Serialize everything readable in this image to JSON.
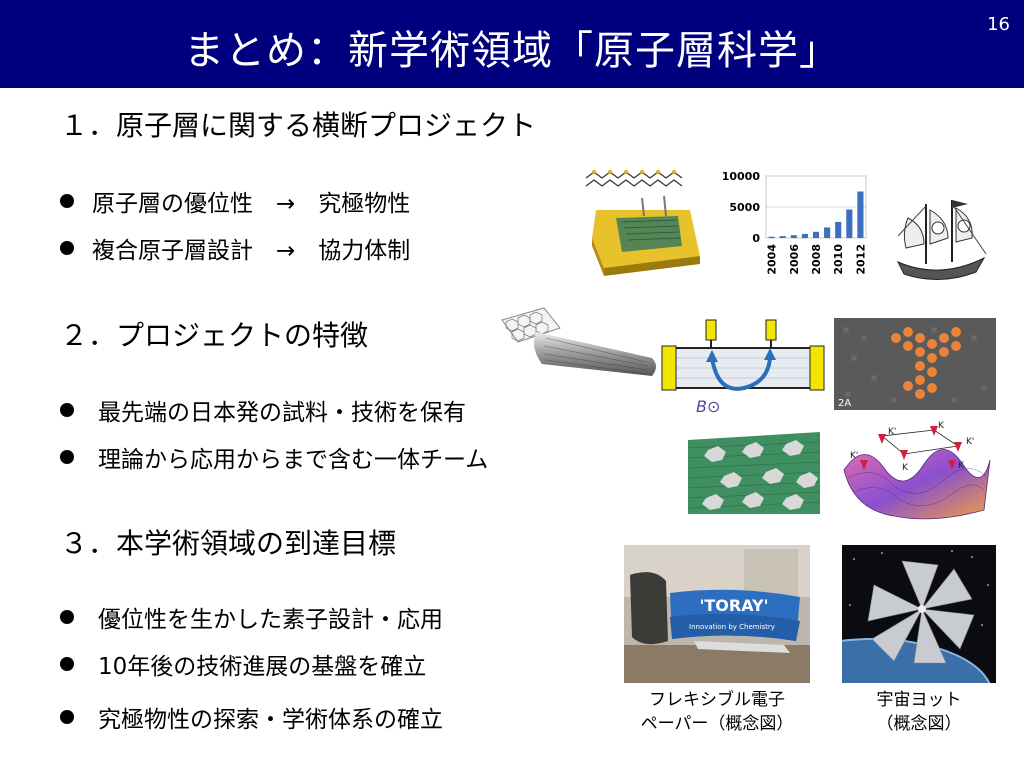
{
  "header": {
    "title": "まとめ：新学術領域「原子層科学」",
    "page_number": "16"
  },
  "section1": {
    "heading": "１．原子層に関する横断プロジェクト",
    "bullets": [
      "原子層の優位性　→　究極物性",
      "複合原子層設計　→　協力体制"
    ]
  },
  "section2": {
    "heading": "２．プロジェクトの特徴",
    "bullets": [
      "最先端の日本発の試料・技術を保有",
      "理論から応用からまで含む一体チーム"
    ]
  },
  "section3": {
    "heading": "３．本学術領域の到達目標",
    "bullets": [
      "優位性を生かした素子設計・応用",
      "10年後の技術進展の基盤を確立",
      "究極物性の探索・学術体系の確立"
    ]
  },
  "figures": {
    "device_label": "B⊙",
    "stm_label": "2A",
    "band_labels": [
      "K'",
      "K",
      "K'",
      "K",
      "K'",
      "K"
    ],
    "toray_sign": "'TORAY'",
    "toray_subtitle": "Innovation by Chemistry",
    "caption_paper_line1": "フレキシブル電子",
    "caption_paper_line2": "ペーパー（概念図）",
    "caption_yacht_line1": "宇宙ヨット",
    "caption_yacht_line2": "（概念図）"
  },
  "chart_data": {
    "type": "bar",
    "categories": [
      "2004",
      "2005",
      "2006",
      "2007",
      "2008",
      "2009",
      "2010",
      "2011",
      "2012"
    ],
    "tick_labels_x": [
      "2004",
      "2006",
      "2008",
      "2010",
      "2012"
    ],
    "values": [
      200,
      300,
      450,
      650,
      1000,
      1700,
      2600,
      4600,
      7500
    ],
    "yticks": [
      "10000",
      "5000",
      "0"
    ],
    "ylim": [
      0,
      10000
    ],
    "grid": true,
    "bar_color": "#3c6fbf"
  }
}
